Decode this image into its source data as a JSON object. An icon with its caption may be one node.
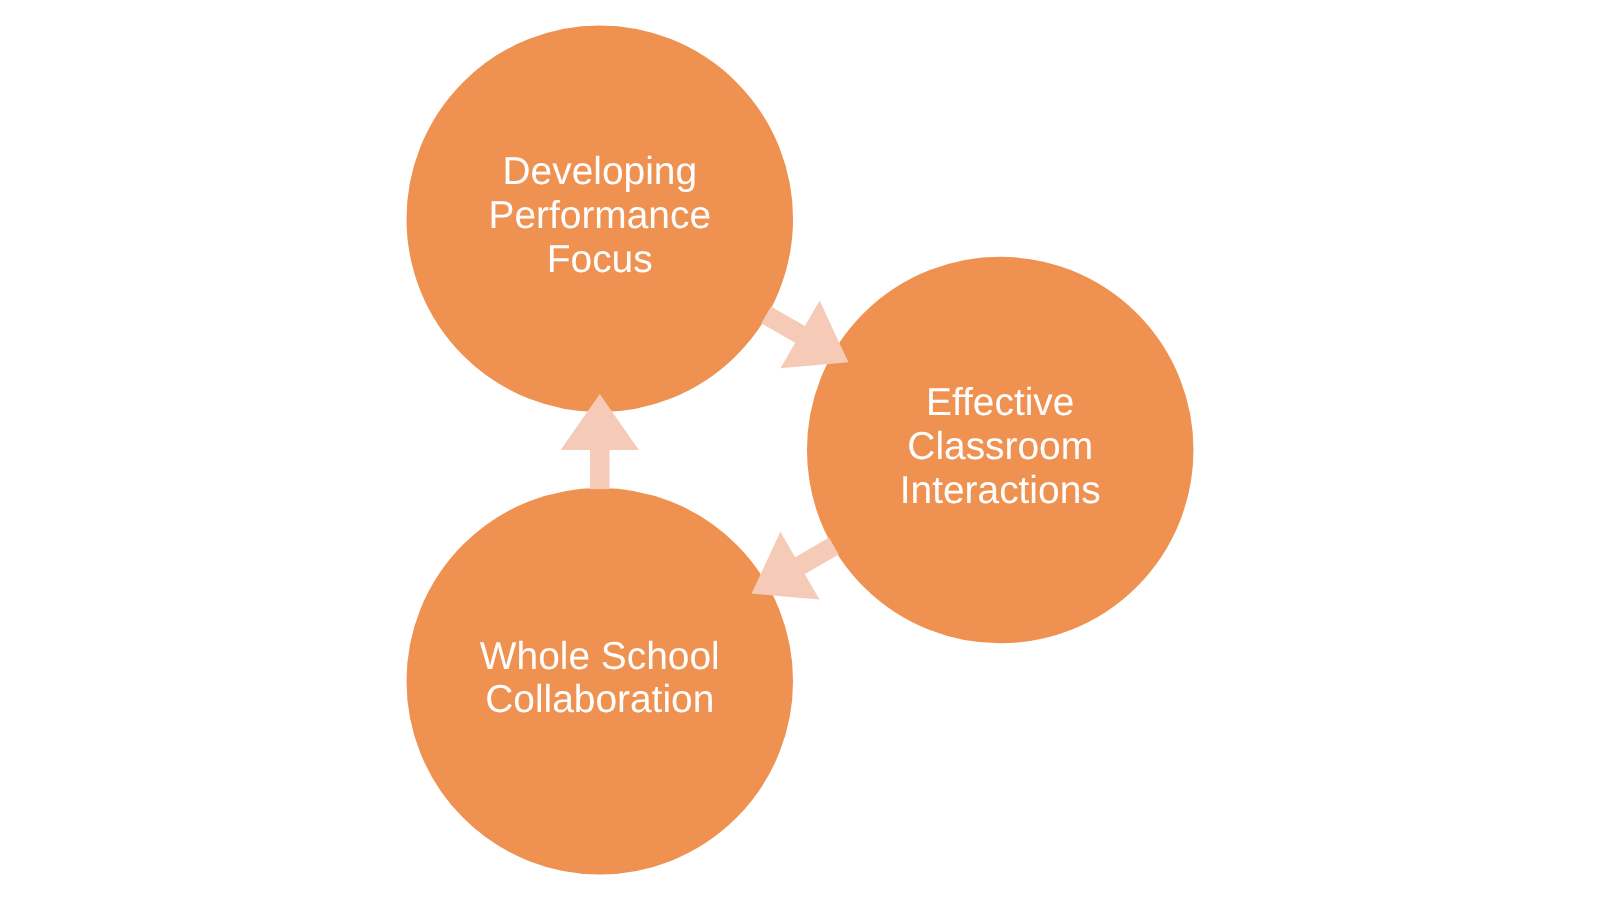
{
  "diagram": {
    "nodes": [
      {
        "text": [
          "Whole School Collaboration"
        ]
      },
      {
        "text": [
          "Effective Classroom Interactions"
        ]
      },
      {
        "text": [
          "Developing Performance Focus"
        ]
      }
    ],
    "edges": [
      {
        "from": 0,
        "to": 2,
        "arrow": "to"
      },
      {
        "from": 2,
        "to": 1,
        "arrow": "to"
      },
      {
        "from": 1,
        "to": 0,
        "arrow": "to"
      }
    ]
  }
}
